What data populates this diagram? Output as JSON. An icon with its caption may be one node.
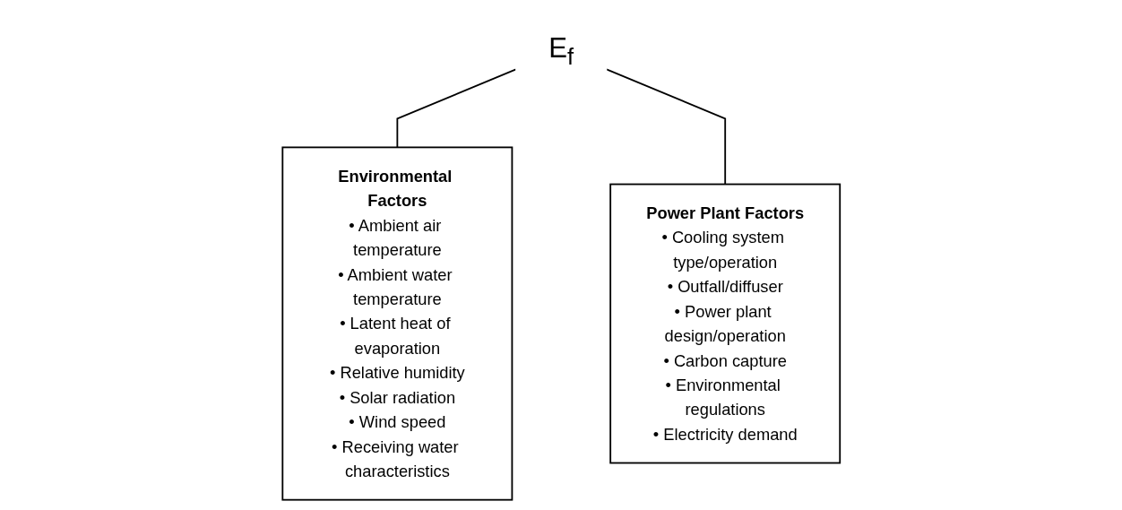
{
  "diagram": {
    "nodes": [
      {
        "text": [
          "E$_{f}$"
        ]
      },
      {
        "text": [
          "Environmental Factors",
          "• Ambient air temperature",
          "• Ambient water temperature",
          "• Latent heat of evaporation",
          "• Relative humidity",
          "• Solar radiation",
          "• Wind speed",
          "• Receiving water characteristics"
        ]
      },
      {
        "text": [
          "Power Plant Factors",
          "• Cooling system type/operation",
          "• Outfall/diffuser",
          "• Power plant design/operation",
          "• Carbon capture",
          "• Environmental regulations",
          "• Electricity demand"
        ]
      }
    ],
    "edges": [
      {
        "from": 0,
        "to": 1,
        "arrow": "none"
      },
      {
        "from": 0,
        "to": 2,
        "arrow": "none"
      }
    ]
  }
}
